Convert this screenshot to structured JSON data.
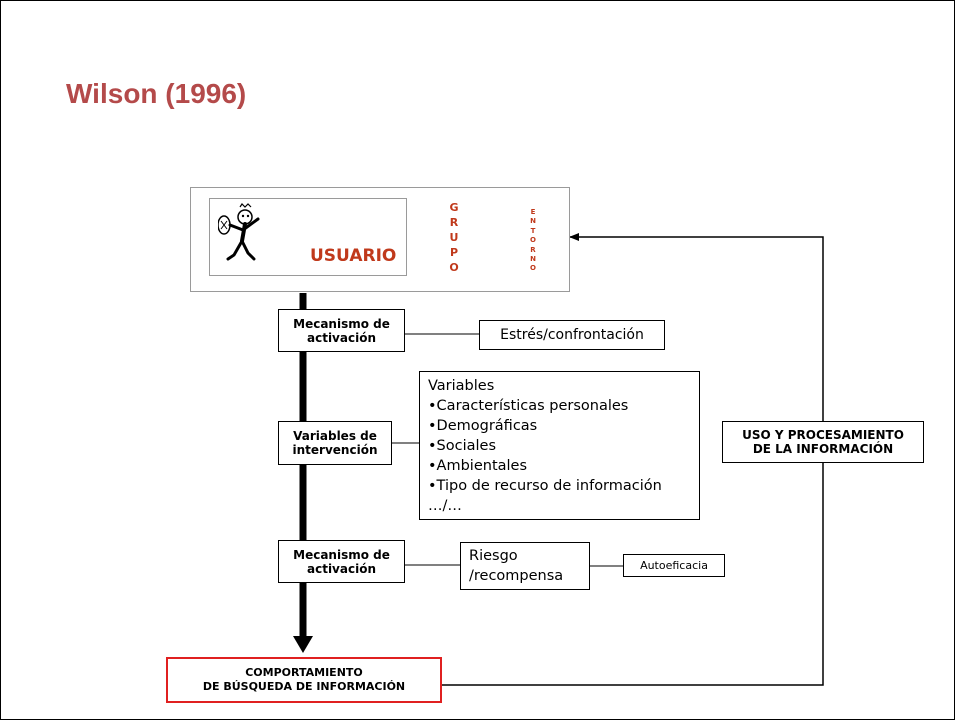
{
  "title": "Wilson (1996)",
  "top_box": {
    "usuario": "USUARIO",
    "grupo": "GRUPO",
    "entorno": "ENTORNO"
  },
  "boxes": {
    "mecanismo_1": "Mecanismo de activación",
    "variables_intervencion": "Variables de intervención",
    "mecanismo_2": "Mecanismo de activación",
    "estres": "Estrés/confrontación",
    "variables_list": [
      "Variables",
      "•Características personales",
      "•Demográficas",
      "•Sociales",
      "•Ambientales",
      "•Tipo de recurso de información",
      "…/…"
    ],
    "riesgo": [
      "Riesgo",
      "/recompensa"
    ],
    "autoeficacia": "Autoeficacia",
    "uso": [
      "USO Y PROCESAMIENTO",
      "DE LA INFORMACIÓN"
    ],
    "comportamiento": [
      "COMPORTAMIENTO",
      "DE BÚSQUEDA DE INFORMACIÓN"
    ]
  },
  "colors": {
    "title": "#b44a4a",
    "accent": "#c0391b",
    "result_border": "#e02020"
  }
}
